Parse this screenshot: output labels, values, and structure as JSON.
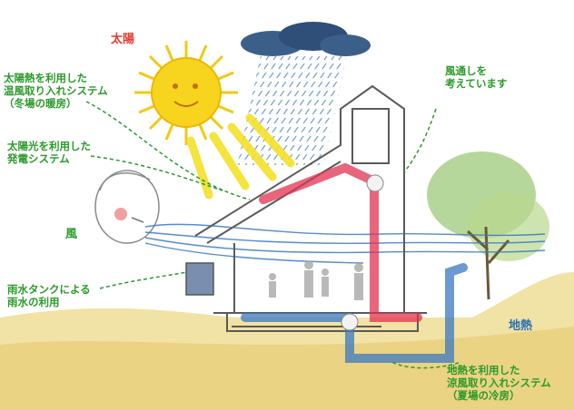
{
  "labels": {
    "sun": "太陽",
    "wind": "風",
    "geothermal": "地熱",
    "solar_heat": [
      "太陽熱を利用した",
      "温風取り入れシステム",
      "（冬場の暖房）"
    ],
    "solar_power": [
      "太陽光を利用した",
      "発電システム"
    ],
    "ventilation": [
      "風通しを",
      "考えています"
    ],
    "rainwater": [
      "雨水タンクによる",
      "雨水の利用"
    ],
    "geo_system": [
      "地熱を利用した",
      "涼風取り入れシステム",
      "（夏場の冷房）"
    ]
  },
  "colors": {
    "label_green": "#2a9a2a",
    "sun_label": "#e23a2a",
    "geo_label": "#2a6fb0",
    "sun": "#f7d51e",
    "warm_air": "#e2324f",
    "cool_air": "#3a78c2",
    "ground": "#e9d27a",
    "cloud": "#3c5f8a"
  }
}
